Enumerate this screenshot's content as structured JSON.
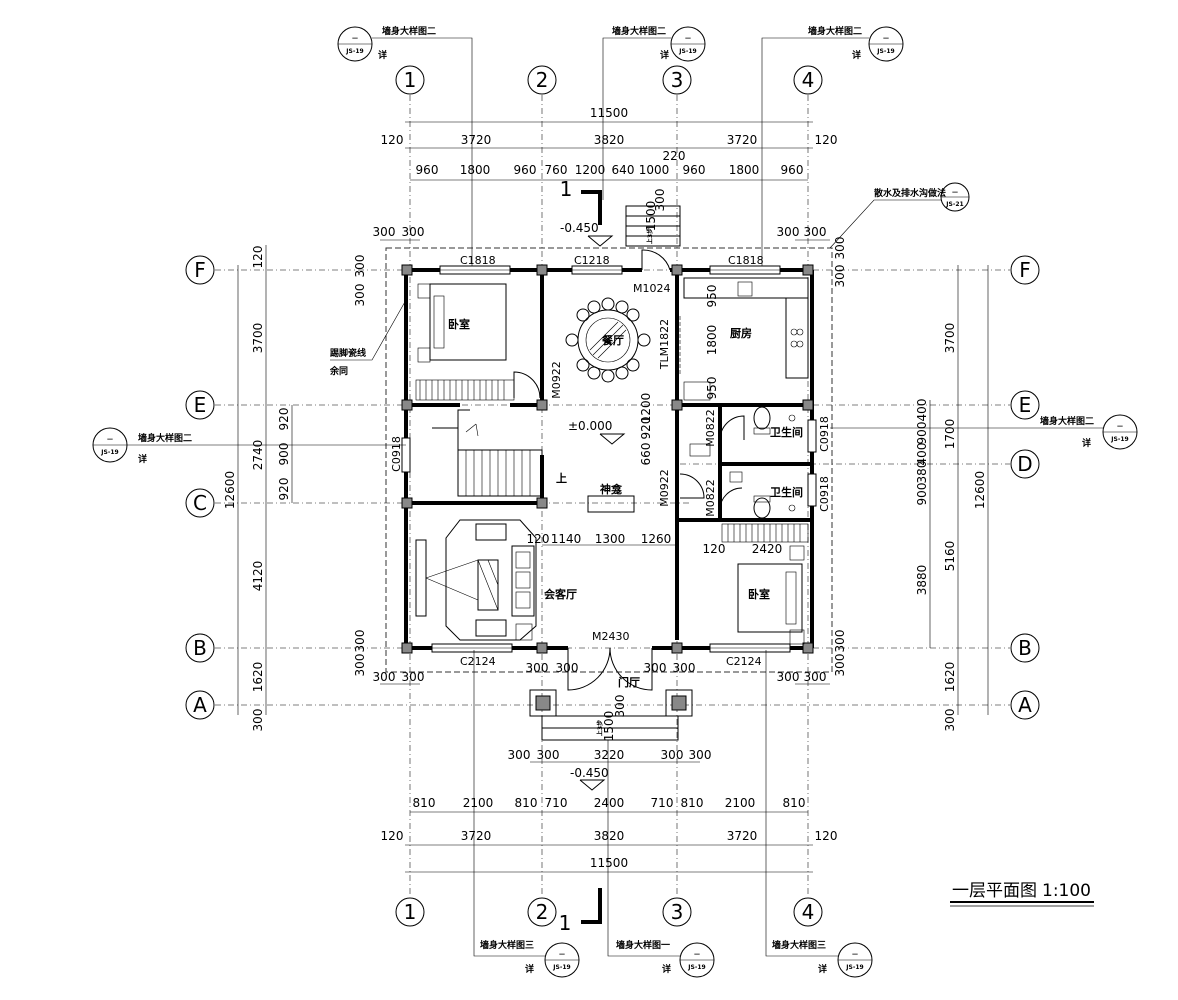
{
  "axes": {
    "cols": [
      "1",
      "2",
      "3",
      "4"
    ],
    "rows": [
      "F",
      "E",
      "D",
      "C",
      "B",
      "A"
    ]
  },
  "dims": {
    "top_total": "11500",
    "top_mid": [
      "120",
      "3720",
      "3820",
      "3720",
      "120"
    ],
    "top_detail": [
      "960",
      "1800",
      "960",
      "760",
      "1200",
      "640",
      "1000",
      "960",
      "1800",
      "960"
    ],
    "top_220": "220",
    "bottom_detail": [
      "810",
      "2100",
      "810",
      "710",
      "2400",
      "710",
      "810",
      "2100",
      "810"
    ],
    "bottom_mid": [
      "120",
      "3720",
      "3820",
      "3720",
      "120"
    ],
    "bottom_total": "11500",
    "left_outer": [
      "12600"
    ],
    "left_mid": [
      "120",
      "3700",
      "2740",
      "4120",
      "1620",
      "300"
    ],
    "left_inner": [
      "920",
      "900",
      "920"
    ],
    "right_outer": "12600",
    "right_mid": [
      "3700",
      "1700",
      "5160",
      "1620",
      "300"
    ],
    "right_inner": [
      "400",
      "900",
      "400",
      "380",
      "900",
      "3880"
    ],
    "small": [
      "300",
      "300",
      "300",
      "300",
      "300",
      "300",
      "300",
      "300",
      "300",
      "300",
      "300",
      "300",
      "300",
      "300",
      "300",
      "300",
      "300",
      "300",
      "300",
      "300"
    ],
    "steps_top": [
      "1500",
      "300"
    ],
    "steps_bot": [
      "1500",
      "300"
    ],
    "porch": [
      "300",
      "300",
      "3220",
      "300",
      "300"
    ],
    "kitchen": [
      "950",
      "1800",
      "950"
    ],
    "bath": [
      "1200",
      "920",
      "660"
    ],
    "shrine": [
      "120",
      "1140",
      "1300",
      "1260"
    ],
    "bedroom2": [
      "120",
      "2420"
    ]
  },
  "levels": {
    "top": "-0.450",
    "mid": "±0.000",
    "bottom": "-0.450"
  },
  "rooms": {
    "bedroom": "卧室",
    "dining": "餐厅",
    "kitchen": "厨房",
    "bath": "卫生间",
    "living": "会客厅",
    "shrine": "神龛",
    "entry": "门厅",
    "up": "上",
    "step_up": "上3步"
  },
  "codes": {
    "c1818a": "C1818",
    "c1218": "C1218",
    "c1818b": "C1818",
    "m1024": "M1024",
    "tlm1822": "TLM1822",
    "m0922a": "M0922",
    "m0822a": "M0822",
    "c0918a": "C0918",
    "c0918b": "C0918",
    "m0922b": "M0922",
    "m0822b": "M0822",
    "c0918c": "C0918",
    "c2124a": "C2124",
    "m2430": "M2430",
    "c2124b": "C2124"
  },
  "notes": {
    "detail2": "墙身大样图二",
    "detail3": "墙身大样图三",
    "detail1": "墙身大样图一",
    "xiang": "详",
    "sill": "散水及排水沟做法",
    "skirting": "踢脚瓷线",
    "skirting2": "余同",
    "dash": "—",
    "js19": "JS-19",
    "js21": "JS-21"
  },
  "section_mark": "1",
  "title": "一层平面图",
  "scale": "1:100"
}
